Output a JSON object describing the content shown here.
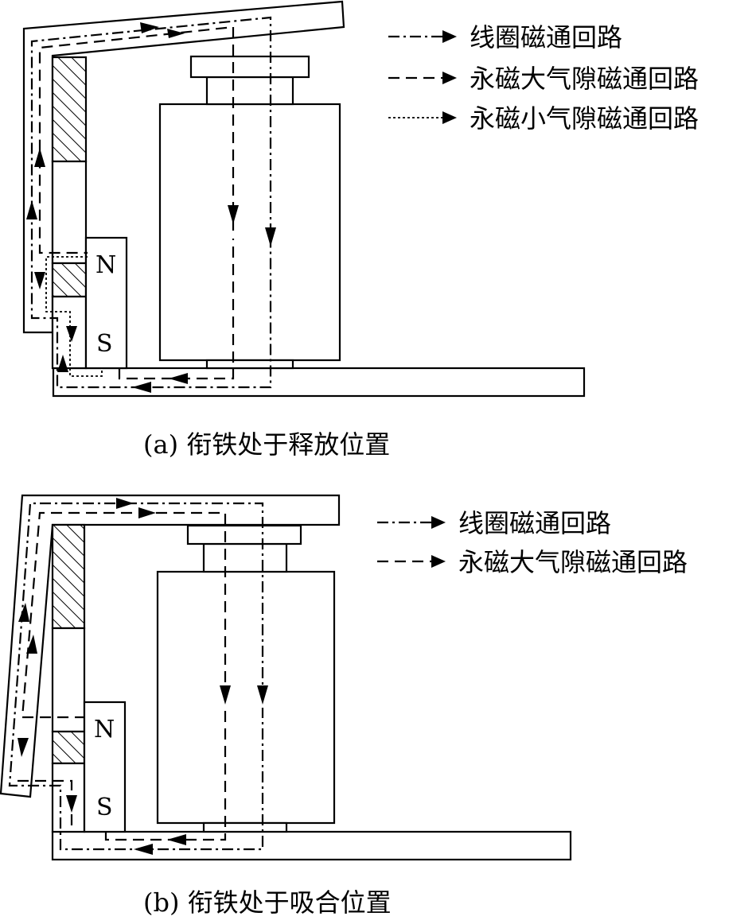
{
  "diagrams": [
    {
      "id": "a",
      "caption": "(a) 衔铁处于释放位置",
      "pole_n": "N",
      "pole_s": "S",
      "legend": [
        {
          "style": "dash-dot",
          "label": "线圈磁通回路"
        },
        {
          "style": "dashed",
          "label": "永磁大气隙磁通回路"
        },
        {
          "style": "dotted",
          "label": "永磁小气隙磁通回路"
        }
      ]
    },
    {
      "id": "b",
      "caption": "(b) 衔铁处于吸合位置",
      "pole_n": "N",
      "pole_s": "S",
      "legend": [
        {
          "style": "dash-dot",
          "label": "线圈磁通回路"
        },
        {
          "style": "dashed",
          "label": "永磁大气隙磁通回路"
        }
      ]
    }
  ]
}
